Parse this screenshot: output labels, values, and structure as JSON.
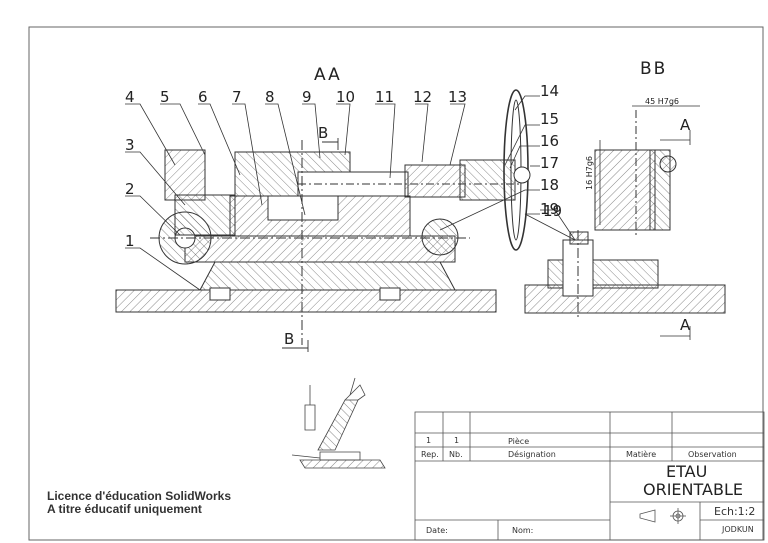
{
  "views": {
    "section_aa": "AA",
    "section_bb": "BB"
  },
  "part_numbers": [
    "1",
    "2",
    "3",
    "4",
    "5",
    "6",
    "7",
    "8",
    "9",
    "10",
    "11",
    "12",
    "13",
    "14",
    "15",
    "16",
    "17",
    "18",
    "19"
  ],
  "section_marks": {
    "b_top": "B",
    "b_bottom": "B",
    "a_top": "A",
    "a_bottom": "A"
  },
  "dimensions": {
    "bore": "45 H7g6",
    "slot": "16 H7g6"
  },
  "title_block": {
    "row_rep": "1",
    "row_nb": "1",
    "row_designation": "Pièce",
    "col_rep": "Rep.",
    "col_nb": "Nb.",
    "col_designation": "Désignation",
    "col_matiere": "Matière",
    "col_observation": "Observation",
    "title_line1": "ETAU",
    "title_line2": "ORIENTABLE",
    "scale": "Ech:1:2",
    "author": "JODKUN",
    "date_label": "Date:",
    "name_label": "Nom:"
  },
  "license": {
    "line1": "Licence d'éducation SolidWorks",
    "line2": "A titre éducatif uniquement"
  }
}
